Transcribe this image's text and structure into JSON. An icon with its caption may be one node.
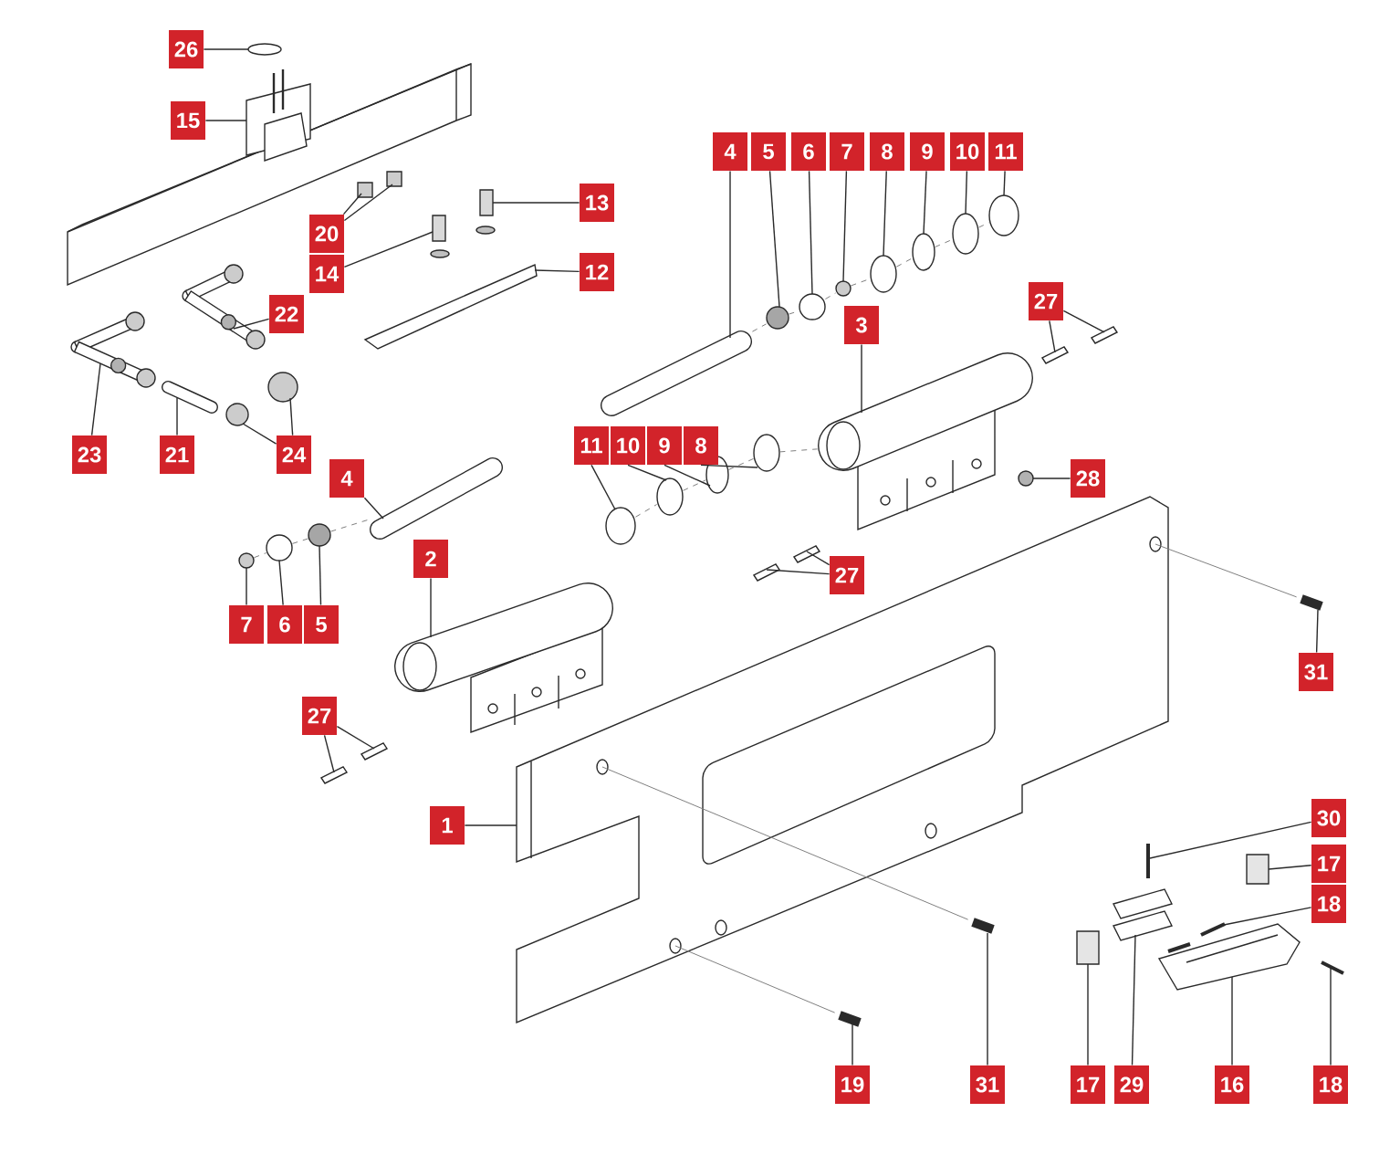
{
  "diagram": {
    "nodes": [
      {
        "text": [
          "26"
        ]
      },
      {
        "text": [
          "15"
        ]
      },
      {
        "text": [
          "4"
        ]
      },
      {
        "text": [
          "5"
        ]
      },
      {
        "text": [
          "6"
        ]
      },
      {
        "text": [
          "7"
        ]
      },
      {
        "text": [
          "8"
        ]
      },
      {
        "text": [
          "9"
        ]
      },
      {
        "text": [
          "10"
        ]
      },
      {
        "text": [
          "11"
        ]
      },
      {
        "text": [
          "13"
        ]
      },
      {
        "text": [
          "20"
        ]
      },
      {
        "text": [
          "12"
        ]
      },
      {
        "text": [
          "14"
        ]
      },
      {
        "text": [
          "27"
        ]
      },
      {
        "text": [
          "22"
        ]
      },
      {
        "text": [
          "3"
        ]
      },
      {
        "text": [
          "11"
        ]
      },
      {
        "text": [
          "10"
        ]
      },
      {
        "text": [
          "9"
        ]
      },
      {
        "text": [
          "8"
        ]
      },
      {
        "text": [
          "23"
        ]
      },
      {
        "text": [
          "21"
        ]
      },
      {
        "text": [
          "24"
        ]
      },
      {
        "text": [
          "4"
        ]
      },
      {
        "text": [
          "28"
        ]
      },
      {
        "text": [
          "2"
        ]
      },
      {
        "text": [
          "27"
        ]
      },
      {
        "text": [
          "7"
        ]
      },
      {
        "text": [
          "6"
        ]
      },
      {
        "text": [
          "5"
        ]
      },
      {
        "text": [
          "31"
        ]
      },
      {
        "text": [
          "27"
        ]
      },
      {
        "text": [
          "30"
        ]
      },
      {
        "text": [
          "1"
        ]
      },
      {
        "text": [
          "17"
        ]
      },
      {
        "text": [
          "18"
        ]
      },
      {
        "text": [
          "19"
        ]
      },
      {
        "text": [
          "31"
        ]
      },
      {
        "text": [
          "17"
        ]
      },
      {
        "text": [
          "29"
        ]
      },
      {
        "text": [
          "16"
        ]
      },
      {
        "text": [
          "18"
        ]
      },
      {
        "text": [],
        "shape": "circle"
      },
      {
        "text": [],
        "shape": "picture"
      },
      {
        "text": [],
        "shape": "picture"
      },
      {
        "text": [],
        "shape": "circle"
      },
      {
        "text": [],
        "shape": "circle"
      },
      {
        "text": [],
        "shape": "circle"
      },
      {
        "text": [],
        "shape": "circle"
      },
      {
        "text": [],
        "shape": "circle"
      },
      {
        "text": [],
        "shape": "circle"
      },
      {
        "text": [],
        "shape": "circle"
      },
      {
        "text": [],
        "shape": "picture"
      },
      {
        "text": [],
        "shape": "box"
      },
      {
        "text": [],
        "shape": "box"
      },
      {
        "text": [],
        "shape": "picture"
      },
      {
        "text": [],
        "shape": "picture"
      },
      {
        "text": [],
        "shape": "picture"
      },
      {
        "text": [],
        "shape": "picture"
      },
      {
        "text": [],
        "shape": "picture"
      },
      {
        "text": [],
        "shape": "picture"
      },
      {
        "text": [],
        "shape": "circle"
      },
      {
        "text": [],
        "shape": "circle"
      },
      {
        "text": [],
        "shape": "circle"
      },
      {
        "text": [],
        "shape": "circle"
      },
      {
        "text": [],
        "shape": "picture"
      },
      {
        "text": [],
        "shape": "picture"
      },
      {
        "text": [],
        "shape": "circle"
      },
      {
        "text": [],
        "shape": "circle"
      },
      {
        "text": [],
        "shape": "picture"
      },
      {
        "text": [],
        "shape": "circle"
      },
      {
        "text": [],
        "shape": "picture"
      },
      {
        "text": [],
        "shape": "picture"
      },
      {
        "text": [],
        "shape": "picture"
      },
      {
        "text": [],
        "shape": "circle"
      },
      {
        "text": [],
        "shape": "circle"
      },
      {
        "text": [],
        "shape": "circle"
      },
      {
        "text": [],
        "shape": "picture"
      },
      {
        "text": [],
        "shape": "picture"
      },
      {
        "text": [],
        "shape": "picture"
      },
      {
        "text": [],
        "shape": "picture"
      },
      {
        "text": [],
        "shape": "picture"
      },
      {
        "text": [],
        "shape": "box"
      },
      {
        "text": [],
        "shape": "picture"
      },
      {
        "text": [],
        "shape": "picture"
      },
      {
        "text": [],
        "shape": "picture"
      },
      {
        "text": [],
        "shape": "box"
      },
      {
        "text": [],
        "shape": "picture"
      },
      {
        "text": [],
        "shape": "picture"
      },
      {
        "text": [],
        "shape": "picture"
      }
    ],
    "edges": [
      {
        "from": 0,
        "to": 43,
        "arrow": "none"
      },
      {
        "from": 1,
        "to": 44,
        "arrow": "none"
      },
      {
        "from": 2,
        "to": 45,
        "arrow": "none"
      },
      {
        "from": 3,
        "to": 46,
        "arrow": "none"
      },
      {
        "from": 4,
        "to": 47,
        "arrow": "none"
      },
      {
        "from": 5,
        "to": 48,
        "arrow": "none"
      },
      {
        "from": 6,
        "to": 49,
        "arrow": "none"
      },
      {
        "from": 7,
        "to": 50,
        "arrow": "none"
      },
      {
        "from": 8,
        "to": 51,
        "arrow": "none"
      },
      {
        "from": 9,
        "to": 52,
        "arrow": "none"
      },
      {
        "from": 10,
        "to": 53,
        "arrow": "none"
      },
      {
        "from": 11,
        "to": 54,
        "arrow": "none"
      },
      {
        "from": 11,
        "to": 55,
        "arrow": "none"
      },
      {
        "from": 12,
        "to": 56,
        "arrow": "none"
      },
      {
        "from": 13,
        "to": 57,
        "arrow": "none"
      },
      {
        "from": 14,
        "to": 58,
        "arrow": "none"
      },
      {
        "from": 14,
        "to": 59,
        "arrow": "none"
      },
      {
        "from": 15,
        "to": 60,
        "arrow": "none"
      },
      {
        "from": 16,
        "to": 61,
        "arrow": "none"
      },
      {
        "from": 17,
        "to": 62,
        "arrow": "none"
      },
      {
        "from": 18,
        "to": 63,
        "arrow": "none"
      },
      {
        "from": 19,
        "to": 64,
        "arrow": "none"
      },
      {
        "from": 20,
        "to": 65,
        "arrow": "none"
      },
      {
        "from": 21,
        "to": 66,
        "arrow": "none"
      },
      {
        "from": 22,
        "to": 67,
        "arrow": "none"
      },
      {
        "from": 23,
        "to": 68,
        "arrow": "none"
      },
      {
        "from": 23,
        "to": 69,
        "arrow": "none"
      },
      {
        "from": 24,
        "to": 70,
        "arrow": "none"
      },
      {
        "from": 25,
        "to": 71,
        "arrow": "none"
      },
      {
        "from": 26,
        "to": 72,
        "arrow": "none"
      },
      {
        "from": 27,
        "to": 73,
        "arrow": "none"
      },
      {
        "from": 27,
        "to": 74,
        "arrow": "none"
      },
      {
        "from": 28,
        "to": 75,
        "arrow": "none"
      },
      {
        "from": 29,
        "to": 76,
        "arrow": "none"
      },
      {
        "from": 30,
        "to": 77,
        "arrow": "none"
      },
      {
        "from": 31,
        "to": 78,
        "arrow": "none"
      },
      {
        "from": 32,
        "to": 79,
        "arrow": "none"
      },
      {
        "from": 32,
        "to": 80,
        "arrow": "none"
      },
      {
        "from": 33,
        "to": 81,
        "arrow": "none"
      },
      {
        "from": 34,
        "to": 82,
        "arrow": "none"
      },
      {
        "from": 35,
        "to": 83,
        "arrow": "none"
      },
      {
        "from": 36,
        "to": 84,
        "arrow": "none"
      },
      {
        "from": 37,
        "to": 85,
        "arrow": "none"
      },
      {
        "from": 38,
        "to": 86,
        "arrow": "none"
      },
      {
        "from": 39,
        "to": 87,
        "arrow": "none"
      },
      {
        "from": 40,
        "to": 88,
        "arrow": "none"
      },
      {
        "from": 41,
        "to": 89,
        "arrow": "none"
      },
      {
        "from": 42,
        "to": 90,
        "arrow": "none"
      },
      {
        "from": 45,
        "to": 46,
        "arrow": "none",
        "style": "dashed",
        "color": "#808080"
      },
      {
        "from": 46,
        "to": 47,
        "arrow": "none",
        "style": "dashed",
        "color": "#808080"
      },
      {
        "from": 47,
        "to": 48,
        "arrow": "none",
        "style": "dashed",
        "color": "#808080"
      },
      {
        "from": 48,
        "to": 49,
        "arrow": "none",
        "style": "dashed",
        "color": "#808080"
      },
      {
        "from": 49,
        "to": 50,
        "arrow": "none",
        "style": "dashed",
        "color": "#808080"
      },
      {
        "from": 50,
        "to": 51,
        "arrow": "none",
        "style": "dashed",
        "color": "#808080"
      },
      {
        "from": 51,
        "to": 52,
        "arrow": "none",
        "style": "dashed",
        "color": "#808080"
      },
      {
        "from": 62,
        "to": 63,
        "arrow": "none",
        "style": "dashed",
        "color": "#808080"
      },
      {
        "from": 63,
        "to": 64,
        "arrow": "none",
        "style": "dashed",
        "color": "#808080"
      },
      {
        "from": 64,
        "to": 65,
        "arrow": "none",
        "style": "dashed",
        "color": "#808080"
      },
      {
        "from": 65,
        "to": 61,
        "arrow": "none",
        "style": "dashed",
        "color": "#808080"
      },
      {
        "from": 75,
        "to": 76,
        "arrow": "none",
        "style": "dashed",
        "color": "#808080"
      },
      {
        "from": 76,
        "to": 77,
        "arrow": "none",
        "style": "dashed",
        "color": "#808080"
      },
      {
        "from": 77,
        "to": 70,
        "arrow": "none",
        "style": "dashed",
        "color": "#808080"
      },
      {
        "from": 82,
        "to": 78,
        "arrow": "none",
        "color": "#808080"
      },
      {
        "from": 82,
        "to": 86,
        "arrow": "none",
        "color": "#808080"
      },
      {
        "from": 82,
        "to": 85,
        "arrow": "none",
        "color": "#808080"
      }
    ]
  }
}
